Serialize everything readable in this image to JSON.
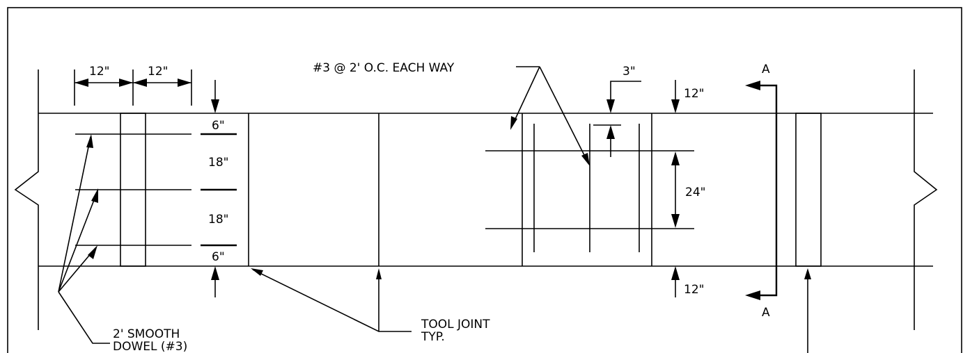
{
  "dims": {
    "top_left_12": "12\"",
    "top_right_12": "12\"",
    "dowel_top_6": "6\"",
    "dowel_mid_18a": "18\"",
    "dowel_mid_18b": "18\"",
    "dowel_bot_6": "6\"",
    "rebar_3": "3\"",
    "rebar_24": "24\"",
    "edge_top_12": "12\"",
    "edge_bot_12": "12\""
  },
  "labels": {
    "rebar_note": "#3 @ 2' O.C. EACH WAY",
    "section_top": "A",
    "section_bottom": "A",
    "tool_joint_line1": "TOOL JOINT",
    "tool_joint_line2": "TYP.",
    "dowel_line1": "2' SMOOTH",
    "dowel_line2": "DOWEL (#3)"
  }
}
